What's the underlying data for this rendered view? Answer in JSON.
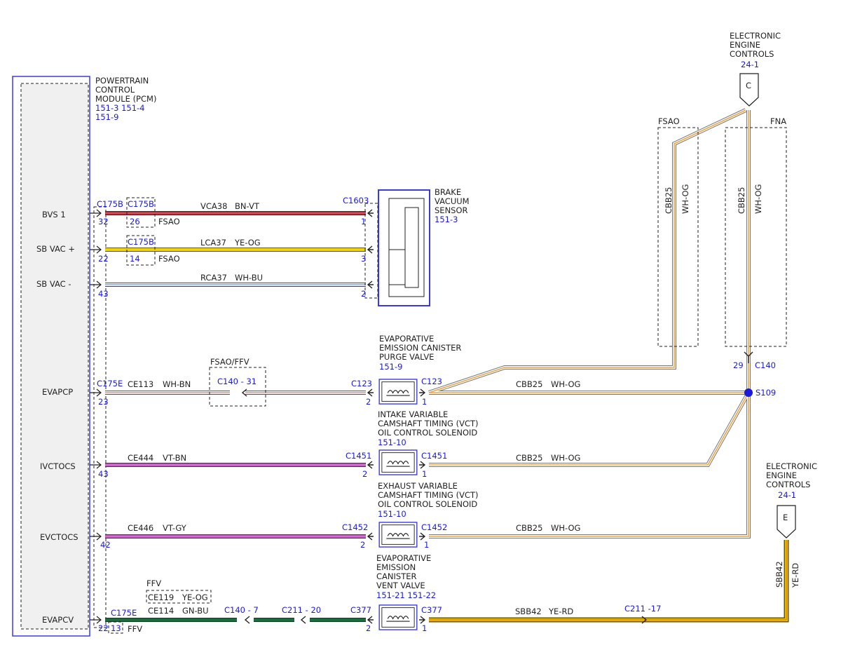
{
  "pcm": {
    "title": [
      "POWERTRAIN",
      "CONTROL",
      "MODULE (PCM)"
    ],
    "refs": [
      "151-3  151-4",
      "151-9"
    ]
  },
  "pins": {
    "bvs1": "BVS 1",
    "sbvacp": "SB VAC +",
    "sbvacm": "SB VAC -",
    "evapcp": "EVAPCP",
    "ivctocs": "IVCTOCS",
    "evctocs": "EVCTOCS",
    "evapcv": "EVAPCV"
  },
  "brake_sensor": {
    "title": [
      "BRAKE",
      "VACUUM",
      "SENSOR"
    ],
    "ref": "151-3"
  },
  "purge_valve": {
    "title": [
      "EVAPORATIVE",
      "EMISSION CANISTER",
      "PURGE VALVE"
    ],
    "ref": "151-9"
  },
  "ivct": {
    "title": [
      "INTAKE VARIABLE",
      "CAMSHAFT TIMING (VCT)",
      "OIL CONTROL SOLENOID"
    ],
    "ref": "151-10"
  },
  "evct": {
    "title": [
      "EXHAUST VARIABLE",
      "CAMSHAFT TIMING (VCT)",
      "OIL CONTROL SOLENOID"
    ],
    "ref": "151-10"
  },
  "vent_valve": {
    "title": [
      "EVAPORATIVE",
      "EMISSION",
      "CANISTER",
      "VENT VALVE"
    ],
    "ref": "151-21  151-22"
  },
  "eec1": {
    "title": [
      "ELECTRONIC",
      "ENGINE",
      "CONTROLS"
    ],
    "ref": "24-1",
    "letter": "C"
  },
  "eec2": {
    "title": [
      "ELECTRONIC",
      "ENGINE",
      "CONTROLS"
    ],
    "ref": "24-1",
    "letter": "E"
  },
  "options": {
    "fsao": "FSAO",
    "fna": "FNA",
    "fsao_ffv": "FSAO/FFV",
    "ffv": "FFV"
  },
  "connectors": {
    "c175b": "C175B",
    "c175e": "C175E",
    "c1603": "C1603",
    "c123": "C123",
    "c1451": "C1451",
    "c1452": "C1452",
    "c377": "C377",
    "c140_31": "C140 - 31",
    "c140_7": "C140 - 7",
    "c211_20": "C211 - 20",
    "c211_17": "C211 -17",
    "c140": "C140",
    "s109": "S109"
  },
  "pin_numbers": {
    "p32": "32",
    "p26": "26",
    "p22": "22",
    "p14": "14",
    "p43": "43",
    "p23": "23",
    "p42": "42",
    "p13": "13",
    "p1": "1",
    "p2": "2",
    "p3": "3",
    "p29": "29"
  },
  "circuits": {
    "vca38": "VCA38",
    "bnvt": "BN-VT",
    "lca37": "LCA37",
    "yeog": "YE-OG",
    "rca37": "RCA37",
    "whbu": "WH-BU",
    "ce113": "CE113",
    "whbn": "WH-BN",
    "cbb25": "CBB25",
    "whog": "WH-OG",
    "ce444": "CE444",
    "vtbn": "VT-BN",
    "ce446": "CE446",
    "vtgy": "VT-GY",
    "ce119": "CE119",
    "ce114": "CE114",
    "gnbu": "GN-BU",
    "sbb42": "SBB42",
    "yerd": "YE-RD"
  },
  "colors": {
    "module_border": "#3b3bdd",
    "bn_vt": "#b2363f",
    "ye_og": "#f4d400",
    "wh_bu": "#8aa7e6",
    "wh_bn": "#c89a9a",
    "vt": "#c24fbe",
    "gn_bu": "#1d6b3e",
    "og": "#f0a640",
    "ye_rd": "#d7b400"
  }
}
